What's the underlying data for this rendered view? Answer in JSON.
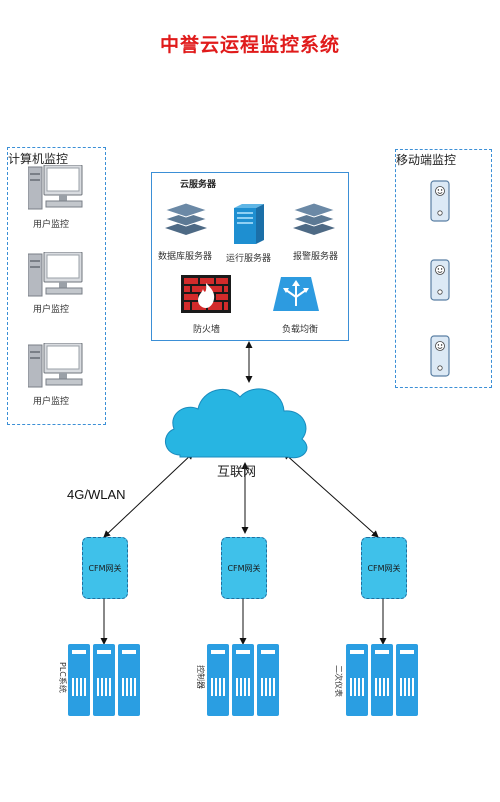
{
  "title": "中誉云运程监控系统",
  "computer_group": {
    "title": "计算机监控",
    "items": [
      {
        "label": "用户监控"
      },
      {
        "label": "用户监控"
      },
      {
        "label": "用户监控"
      }
    ]
  },
  "cloud_group": {
    "title": "云服务器",
    "servers": [
      {
        "label": "数据库服务器",
        "icon": "stack-layers-icon"
      },
      {
        "label": "运行服务器",
        "icon": "server-tower-icon"
      },
      {
        "label": "报警服务器",
        "icon": "stack-layers-icon"
      },
      {
        "label": "防火墙",
        "icon": "firewall-icon"
      },
      {
        "label": "负载均衡",
        "icon": "load-balancer-icon"
      }
    ]
  },
  "mobile_group": {
    "title": "移动端监控",
    "devices": [
      {
        "icon": "mobile-phone-icon"
      },
      {
        "icon": "mobile-phone-icon"
      },
      {
        "icon": "mobile-phone-icon"
      }
    ]
  },
  "internet": {
    "label": "互联网"
  },
  "link_label": "4G/WLAN",
  "gateways": [
    {
      "label": "CFM网关"
    },
    {
      "label": "CFM网关"
    },
    {
      "label": "CFM网关"
    }
  ],
  "device_groups": [
    {
      "label": "PLC系统"
    },
    {
      "label": "控制器"
    },
    {
      "label": "二次仪表"
    }
  ],
  "colors": {
    "title": "#e01b1b",
    "accent_blue": "#1e90d6",
    "gateway_fill": "#3fc1ea",
    "cloud_fill": "#27b5e2"
  }
}
